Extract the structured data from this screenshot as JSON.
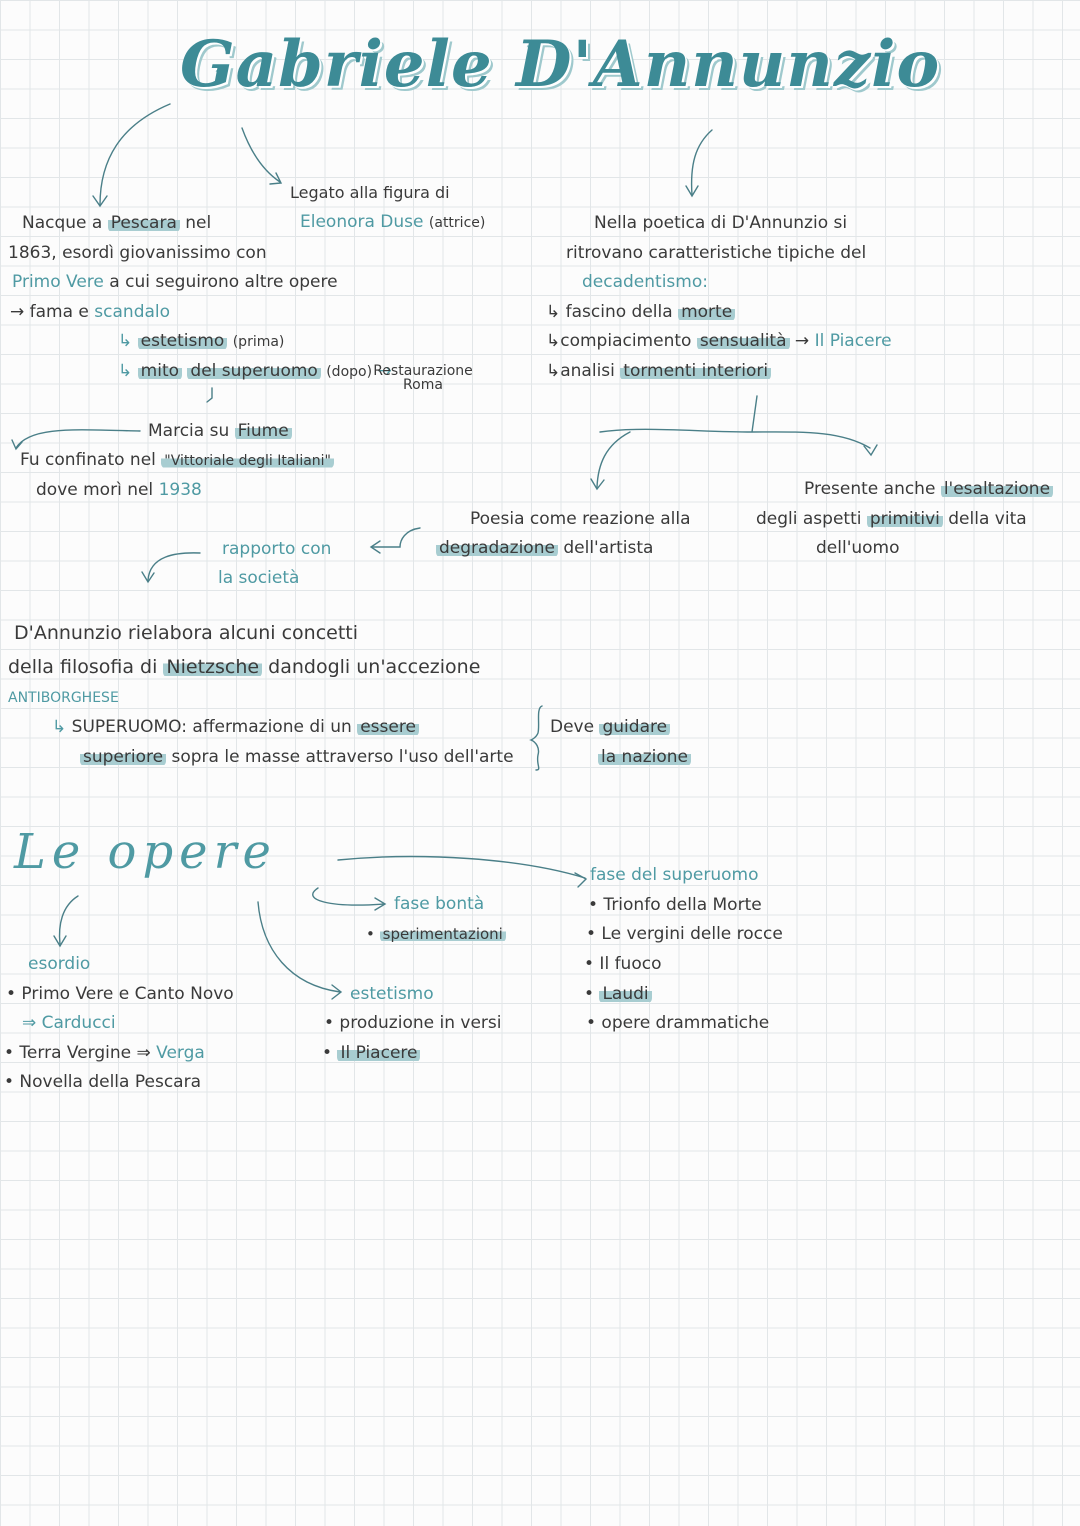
{
  "title": "Gabriele D'Annunzio",
  "colors": {
    "accent": "#4f9aa3",
    "highlight": "#a8cdd1",
    "ink": "#3a3a3a",
    "grid": "#e2e6e8"
  },
  "bio": {
    "line1_pre": "Nacque a",
    "line1_place": "Pescara",
    "line1_post": "nel",
    "line2": "1863, esordì giovanissimo con",
    "line3_work": "Primo Vere",
    "line3_rest": "a cui seguirono altre opere",
    "line4_arrow": "→ fama e",
    "line4_word": "scandalo",
    "est_arrow": "↳",
    "est_word": "estetismo",
    "est_note": "(prima)",
    "myth_arrow": "↳",
    "myth_pre": "mito",
    "myth_mid": "del superuomo",
    "myth_note": "(dopo)",
    "myth_to": "→",
    "myth_result": "Restaurazione Roma"
  },
  "duse": {
    "line1": "Legato alla figura di",
    "name": "Eleonora Duse",
    "note": "(attrice)"
  },
  "fiume": {
    "march_pre": "Marcia su",
    "march_word": "Fiume",
    "line2_pre": "Fu confinato nel",
    "line2_place": "\"Vittoriale degli Italiani\"",
    "line3_pre": "dove morì nel",
    "year": "1938"
  },
  "poetics": {
    "line1": "Nella poetica di D'Annunzio si",
    "line2": "ritrovano caratteristiche tipiche del",
    "line3": "decadentismo:",
    "item1_pre": "↳ fascino della",
    "item1_hl": "morte",
    "item2_pre": "↳compiacimento",
    "item2_hl": "sensualità",
    "item2_to": "→",
    "item2_work": "Il Piacere",
    "item3_pre": "↳analisi",
    "item3_hl": "tormenti interiori"
  },
  "reaction": {
    "line1": "Poesia come reazione alla",
    "line2_hl": "degradazione",
    "line2_rest": "dell'artista"
  },
  "primitive": {
    "line1_pre": "Presente anche",
    "line1_hl": "l'esaltazione",
    "line2_pre": "degli aspetti",
    "line2_hl": "primitivi",
    "line2_post": "della vita",
    "line3": "dell'uomo"
  },
  "society": {
    "line1": "rapporto con",
    "line2": "la società"
  },
  "nietzsche": {
    "line1": "D'Annunzio rielabora alcuni concetti",
    "line2_pre": "della filosofia di",
    "line2_hl": "Nietzsche",
    "line2_post": "dandogli un'accezione",
    "line3": "ANTIBORGHESE",
    "super_arrow": "↳",
    "super_pre": "SUPERUOMO: affermazione di un",
    "super_hl": "essere",
    "super2_hl": "superiore",
    "super2_rest": "sopra le masse attraverso l'uso dell'arte",
    "guide_pre": "Deve",
    "guide_hl1": "guidare",
    "guide_hl2": "la nazione"
  },
  "works": {
    "heading": "Le opere",
    "esordio": {
      "label": "esordio",
      "item1": "• Primo Vere e Canto Novo",
      "item1_ref": "⇒ Carducci",
      "item2_pre": "• Terra Vergine",
      "item2_to": "⇒",
      "item2_ref": "Verga",
      "item3": "• Novella della Pescara"
    },
    "bonta": {
      "label": "fase bontà",
      "item1_bullet": "•",
      "item1": "sperimentazioni"
    },
    "estetismo": {
      "label": "estetismo",
      "item1": "• produzione in versi",
      "item2_bullet": "•",
      "item2": "Il Piacere"
    },
    "superuomo": {
      "label": "fase del superuomo",
      "item1": "• Trionfo della Morte",
      "item2": "• Le vergini delle rocce",
      "item3": "• Il fuoco",
      "item4_bullet": "•",
      "item4": "Laudi",
      "item5": "• opere drammatiche"
    }
  }
}
